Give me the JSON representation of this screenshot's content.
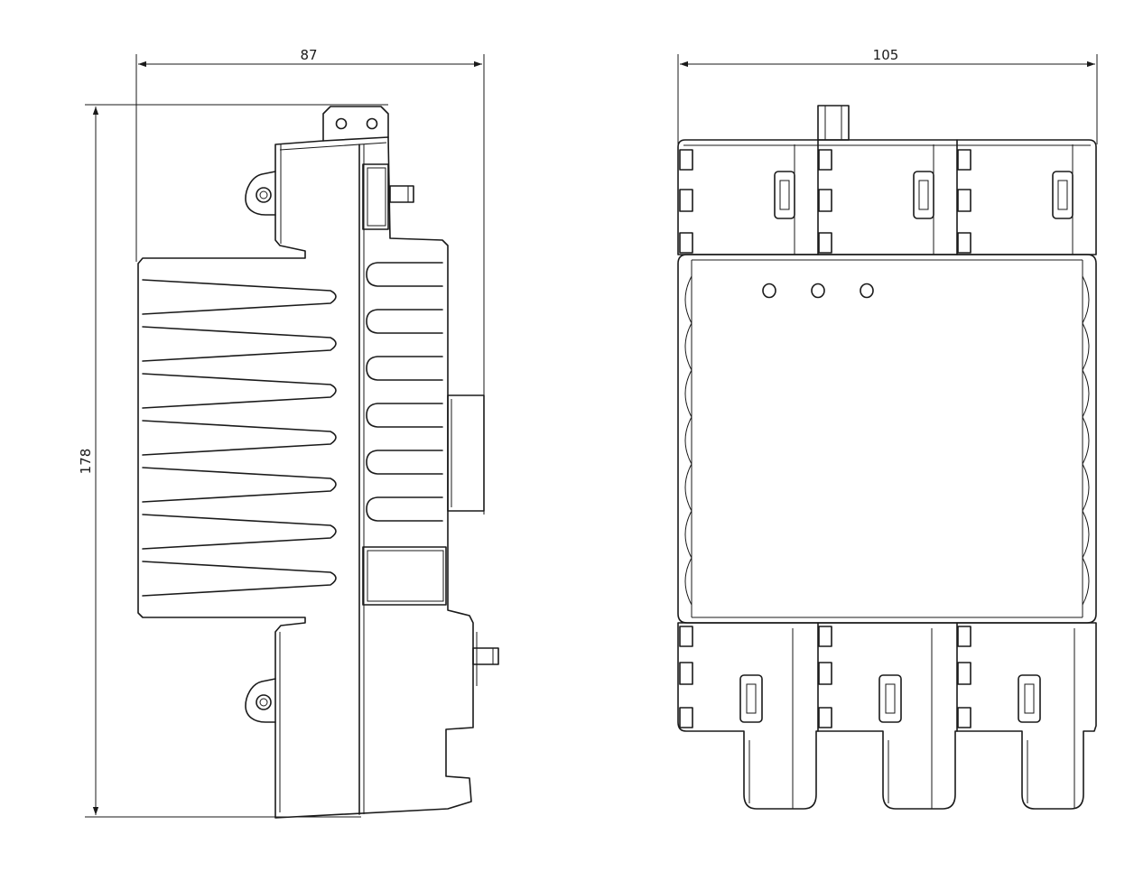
{
  "dimensions": {
    "side_width": "87",
    "front_width": "105",
    "height": "178"
  }
}
